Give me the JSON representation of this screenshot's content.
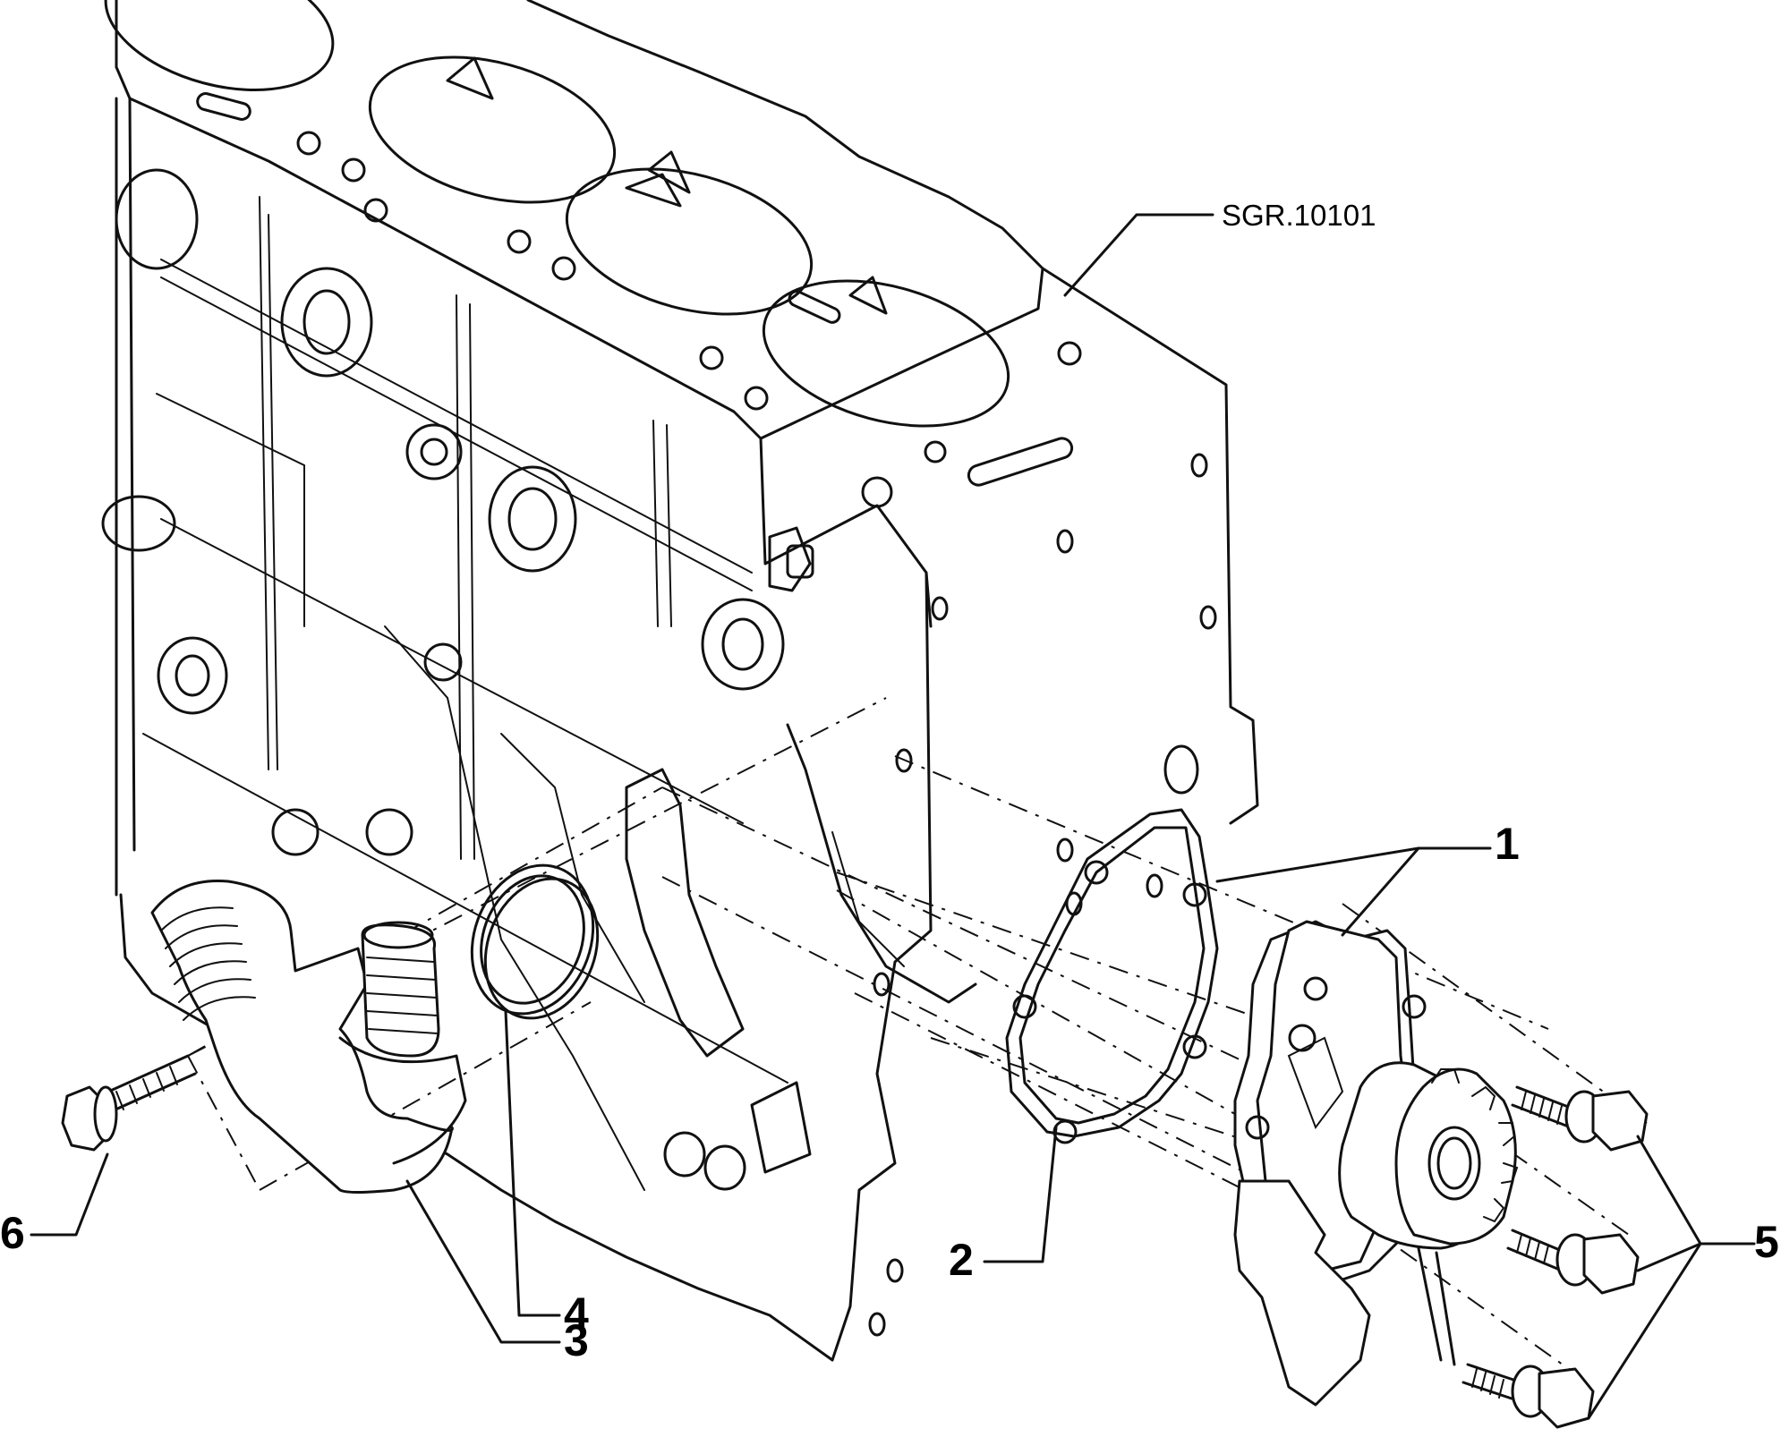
{
  "drawing_code": "SGR.10101",
  "callouts": [
    {
      "id": "1",
      "label": "1"
    },
    {
      "id": "2",
      "label": "2"
    },
    {
      "id": "3",
      "label": "3"
    },
    {
      "id": "4",
      "label": "4"
    },
    {
      "id": "5",
      "label": "5"
    },
    {
      "id": "6",
      "label": "6"
    }
  ]
}
